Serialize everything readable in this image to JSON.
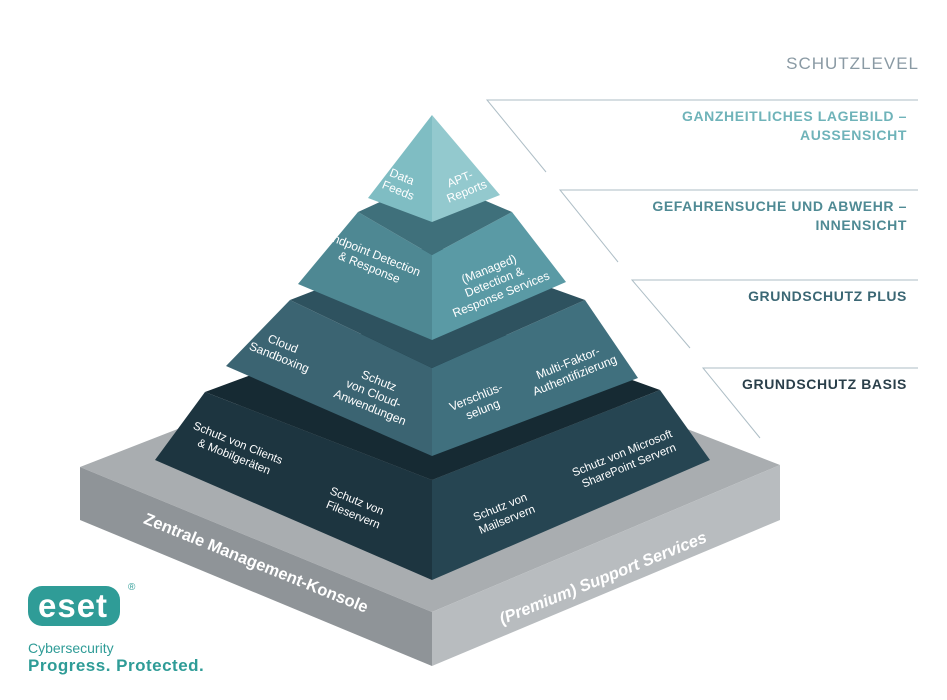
{
  "heading": "SCHUTZLEVEL",
  "levels": [
    {
      "line1": "GANZHEITLICHES LAGEBILD –",
      "line2": "AUSSENSICHT",
      "color": "#6fb3b9"
    },
    {
      "line1": "GEFAHRENSUCHE UND ABWEHR –",
      "line2": "INNENSICHT",
      "color": "#4f8a94"
    },
    {
      "line1": "GRUNDSCHUTZ PLUS",
      "color": "#3b6774"
    },
    {
      "line1": "GRUNDSCHUTZ BASIS",
      "color": "#2a3f4a"
    }
  ],
  "tiers": {
    "tier1": {
      "left": [
        "Data",
        "Feeds"
      ],
      "right": [
        "APT-",
        "Reports"
      ]
    },
    "tier2": {
      "left": [
        "Endpoint Detection",
        "& Response"
      ],
      "right": [
        "(Managed)",
        "Detection &",
        "Response Services"
      ]
    },
    "tier3": {
      "left_a": [
        "Cloud",
        "Sandboxing"
      ],
      "left_b": [
        "Schutz",
        "von Cloud-",
        "Anwendungen"
      ],
      "right_a": [
        "Verschlüs-",
        "selung"
      ],
      "right_b": [
        "Multi-Faktor-",
        "Authentifizierung"
      ]
    },
    "tier4": {
      "left_a": [
        "Schutz von Clients",
        "& Mobilgeräten"
      ],
      "left_b": [
        "Schutz von",
        "Fileservern"
      ],
      "right_a": [
        "Schutz von",
        "Mailservern"
      ],
      "right_b": [
        "Schutz von Microsoft",
        "SharePoint Servern"
      ]
    }
  },
  "base": {
    "left": "Zentrale Management-Konsole",
    "right": "(Premium) Support Services"
  },
  "logo": {
    "brand": "eset",
    "registered": "®",
    "tagline1": "Cybersecurity",
    "tagline2": "Progress. Protected."
  }
}
